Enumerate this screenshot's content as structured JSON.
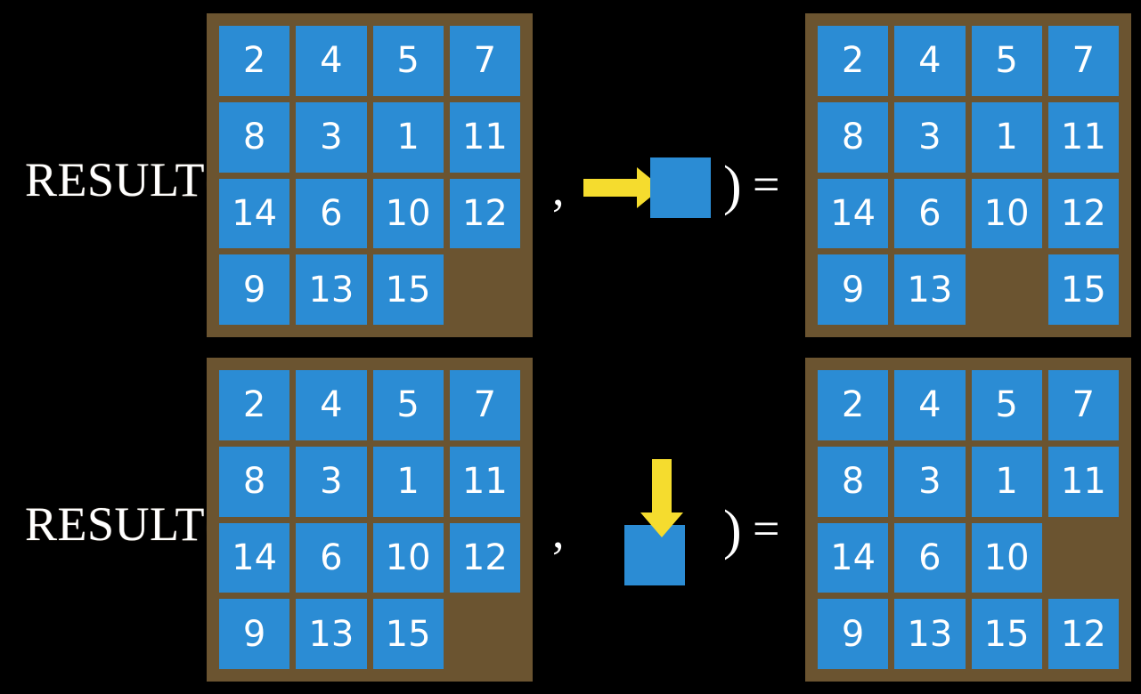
{
  "colors": {
    "background": "#000000",
    "board_frame": "#6b5430",
    "tile": "#2b8cd4",
    "tile_text": "#ffffff",
    "arrow": "#f5dc2e",
    "label_text": "#ffffff"
  },
  "rows": [
    {
      "id": "row-1",
      "label": "RESULT(",
      "comma": ",",
      "close_paren": ")",
      "equals": "=",
      "action": {
        "name": "move-blank-right",
        "direction": "right",
        "arrow_icon": "arrow-right-icon",
        "square_label": ""
      },
      "input_board": {
        "name": "input-board-row-1",
        "size": "4x4",
        "cells": [
          [
            "2",
            "4",
            "5",
            "7"
          ],
          [
            "8",
            "3",
            "1",
            "11"
          ],
          [
            "14",
            "6",
            "10",
            "12"
          ],
          [
            "9",
            "13",
            "15",
            ""
          ]
        ],
        "blank_position": [
          3,
          3
        ]
      },
      "output_board": {
        "name": "output-board-row-1",
        "size": "4x4",
        "cells": [
          [
            "2",
            "4",
            "5",
            "7"
          ],
          [
            "8",
            "3",
            "1",
            "11"
          ],
          [
            "14",
            "6",
            "10",
            "12"
          ],
          [
            "9",
            "13",
            "",
            "15"
          ]
        ],
        "blank_position": [
          3,
          2
        ]
      }
    },
    {
      "id": "row-2",
      "label": "RESULT(",
      "comma": ",",
      "close_paren": ")",
      "equals": "=",
      "action": {
        "name": "move-blank-down",
        "direction": "down",
        "arrow_icon": "arrow-down-icon",
        "square_label": ""
      },
      "input_board": {
        "name": "input-board-row-2",
        "size": "4x4",
        "cells": [
          [
            "2",
            "4",
            "5",
            "7"
          ],
          [
            "8",
            "3",
            "1",
            "11"
          ],
          [
            "14",
            "6",
            "10",
            "12"
          ],
          [
            "9",
            "13",
            "15",
            ""
          ]
        ],
        "blank_position": [
          3,
          3
        ]
      },
      "output_board": {
        "name": "output-board-row-2",
        "size": "4x4",
        "cells": [
          [
            "2",
            "4",
            "5",
            "7"
          ],
          [
            "8",
            "3",
            "1",
            "11"
          ],
          [
            "14",
            "6",
            "10",
            ""
          ],
          [
            "9",
            "13",
            "15",
            "12"
          ]
        ],
        "blank_position": [
          2,
          3
        ]
      }
    }
  ]
}
